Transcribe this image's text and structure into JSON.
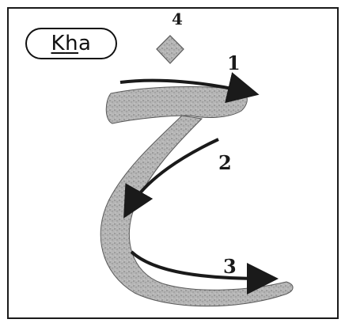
{
  "badge": {
    "k": "K",
    "h": "h",
    "a": "a"
  },
  "strokes": {
    "n1": "1",
    "n2": "2",
    "n3": "3",
    "n4": "4"
  },
  "colors": {
    "ink": "#1a1a1a",
    "shape_fill": "#a9a9a9",
    "shape_edge": "#5a5a5a"
  }
}
